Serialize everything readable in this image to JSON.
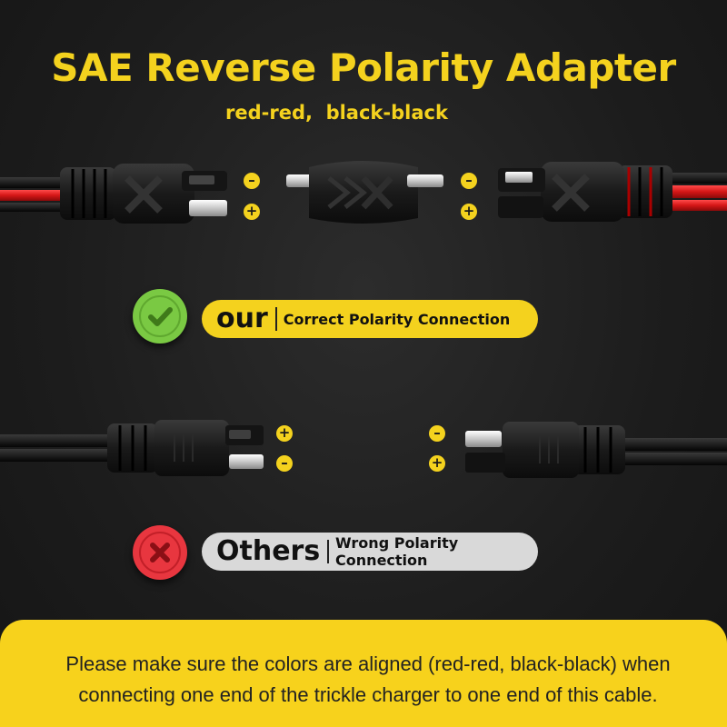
{
  "title": "SAE Reverse Polarity Adapter",
  "subtitle": "red-red,  black-black",
  "polarity": {
    "minus": "–",
    "plus": "+"
  },
  "correct": {
    "label_big": "our",
    "label_small": "Correct Polarity Connection",
    "badge_icon": "check-icon",
    "badge_color": "#7ac943",
    "pill_color": "#f4d21e"
  },
  "wrong": {
    "label_big": "Others",
    "label_small": "Wrong Polarity Connection",
    "badge_icon": "cross-icon",
    "badge_color": "#e8363f",
    "pill_color": "#d9d9d9"
  },
  "footer": {
    "text": "Please make sure the colors are aligned (red-red, black-black) when connecting one end of the trickle charger to one end of this cable."
  },
  "colors": {
    "accent": "#f4d21e",
    "wire_red": "#e01e1e",
    "wire_black": "#111111"
  }
}
